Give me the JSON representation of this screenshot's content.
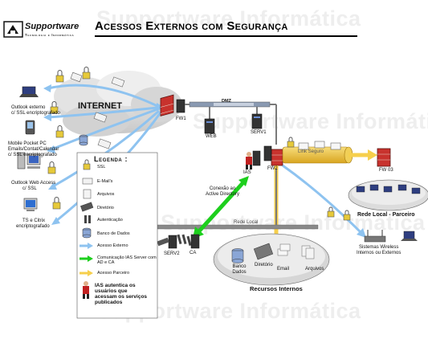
{
  "header": {
    "company": "Supportware",
    "tagline": "Tecnologia e Informática",
    "title": "Acessos Externos com Segurança"
  },
  "watermark": "Supportware Informática",
  "clouds": {
    "internet": "INTERNET"
  },
  "devices": {
    "fw1": "FW1",
    "web": "WEB",
    "serv1": "SERV1",
    "fw2": "FW2",
    "fw3": "FW 03",
    "ias": "IAS",
    "serv2": "SERV2",
    "ca": "CA"
  },
  "remote_clients": {
    "outlook_mobile": [
      "Outlook externo",
      "c/ SSL encriptografado"
    ],
    "mobile_pocket": [
      "Mobile Pocket PC",
      "Emails/Contat/Calendar",
      "c/ SSL encriptografado"
    ],
    "owa": [
      "Outlook Web Access",
      "c/ SSL"
    ],
    "ts_citrix": [
      "TS e Citrix",
      "encriptografado"
    ]
  },
  "links": {
    "dmz": "DMZ",
    "link_seguro": "Link Seguro",
    "rede_local": "Rede Local",
    "ad_connection": [
      "Conexão ao",
      "Active Directory"
    ]
  },
  "partner": {
    "label": "Rede Local - Parceiro",
    "wireless": [
      "Sistemas Wireless",
      "Internos ou Externos"
    ]
  },
  "resources": {
    "title": "Recursos Internos",
    "items": [
      "Banco Dados",
      "Diretório",
      "Email",
      "Arquivos"
    ]
  },
  "legend": {
    "title": "Legenda :",
    "items": [
      "SSL",
      "E-Mail's",
      "Arquivos",
      "Diretório",
      "Autenticação",
      "Banco de Dados",
      "Acesso Externo",
      "Comunicação IAS Server com AD e CA",
      "Acesso Parceiro"
    ],
    "ias_note": [
      "IAS autentica os",
      "usuários que",
      "acessam os serviços",
      "publicados"
    ]
  },
  "colors": {
    "external": "#8ec3f0",
    "ias_ad": "#1dcf1d",
    "partner": "#f6cf4c",
    "firewall": "#c8322d",
    "bus": "#7a7a7a"
  }
}
